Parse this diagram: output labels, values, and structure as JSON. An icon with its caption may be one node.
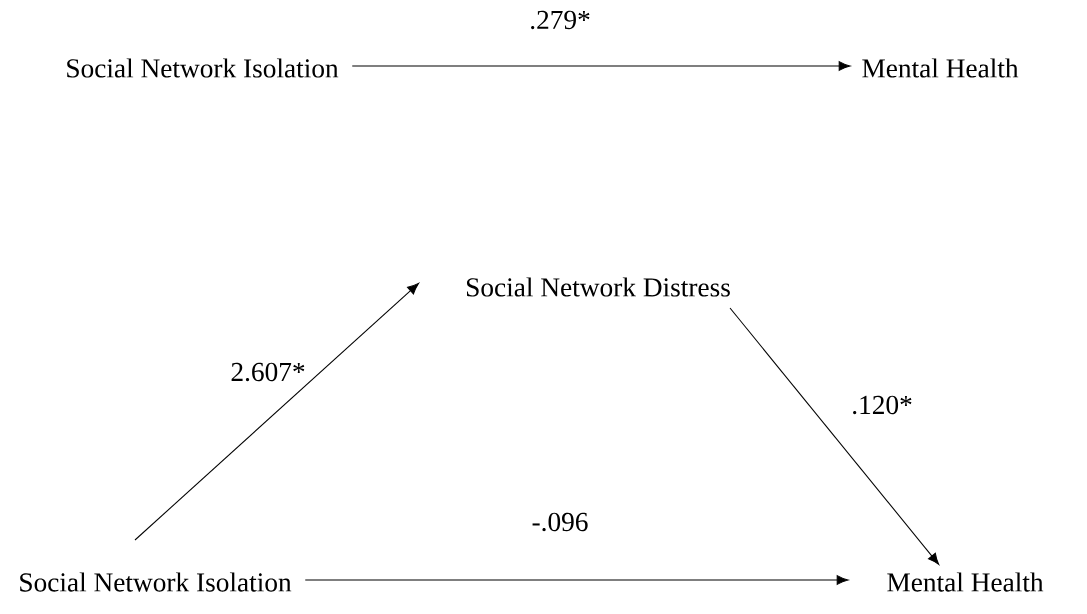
{
  "diagram": {
    "nodes": [
      {
        "text": [
          "Social Network Isolation"
        ]
      },
      {
        "text": [
          "Mental Health"
        ]
      },
      {
        "text": [
          "Social Network Distress"
        ]
      },
      {
        "text": [
          "Social Network Isolation"
        ]
      },
      {
        "text": [
          "Mental Health"
        ]
      }
    ],
    "edges": [
      {
        "from": 0,
        "to": 1,
        "arrow": "to",
        "label": ".279*"
      },
      {
        "from": 3,
        "to": 2,
        "arrow": "to",
        "label": "2.607*"
      },
      {
        "from": 2,
        "to": 4,
        "arrow": "to",
        "label": ".120*"
      },
      {
        "from": 3,
        "to": 4,
        "arrow": "to",
        "label": "-.096"
      }
    ]
  }
}
